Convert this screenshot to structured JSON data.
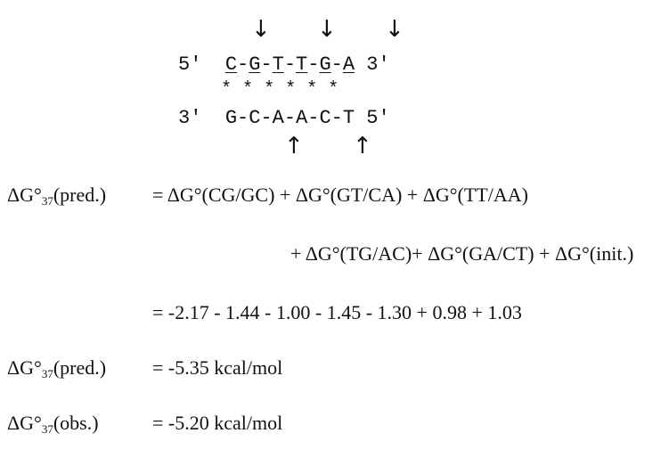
{
  "duplex": {
    "arrows_down": [
      "↓",
      "↓",
      "↓"
    ],
    "arrows_up": [
      "↑",
      "↑"
    ],
    "top": {
      "end5": "5'",
      "bases": [
        "C",
        "G",
        "T",
        "T",
        "G",
        "A"
      ],
      "end3": "3'"
    },
    "pairing_marks": [
      "*",
      "*",
      "*",
      "*",
      "*",
      "*"
    ],
    "bottom": {
      "end3": "3'",
      "bases": [
        "G",
        "C",
        "A",
        "A",
        "C",
        "T"
      ],
      "end5": "5'"
    }
  },
  "equations": {
    "symbol": "ΔG°",
    "subscript": "37",
    "pred_tag": "(pred.)",
    "obs_tag": "(obs.)",
    "line1_rhs": "= ΔG°(CG/GC) + ΔG°(GT/CA) + ΔG°(TT/AA)",
    "line2_rhs": "+ ΔG°(TG/AC)+ ΔG°(GA/CT) + ΔG°(init.)",
    "line3_rhs": "= -2.17 - 1.44 - 1.00 - 1.45 - 1.30 + 0.98 + 1.03",
    "pred_value": "= -5.35 kcal/mol",
    "obs_value": "= -5.20 kcal/mol"
  }
}
